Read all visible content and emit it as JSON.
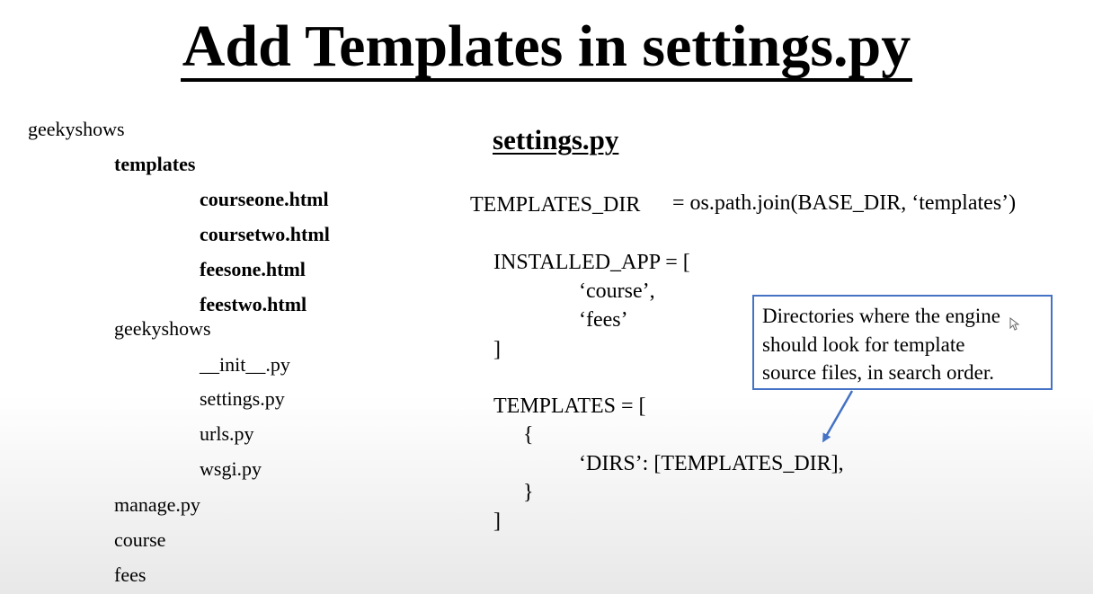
{
  "slide": {
    "title": "Add Templates in settings.py",
    "file_tree": [
      {
        "label": "geekyshows",
        "level": 0,
        "bold": false
      },
      {
        "label": "templates",
        "level": 1,
        "bold": true
      },
      {
        "label": "courseone.html",
        "level": 2,
        "bold": true
      },
      {
        "label": "coursetwo.html",
        "level": 2,
        "bold": true
      },
      {
        "label": "feesone.html",
        "level": 2,
        "bold": true
      },
      {
        "label": "feestwo.html",
        "level": 2,
        "bold": true
      },
      {
        "label": "geekyshows",
        "level": 1,
        "bold": false
      },
      {
        "label": "__init__.py",
        "level": 2,
        "bold": false
      },
      {
        "label": "settings.py",
        "level": 2,
        "bold": false
      },
      {
        "label": "urls.py",
        "level": 2,
        "bold": false
      },
      {
        "label": "wsgi.py",
        "level": 2,
        "bold": false
      },
      {
        "label": "manage.py",
        "level": 1,
        "bold": false
      },
      {
        "label": "course",
        "level": 1,
        "bold": false
      },
      {
        "label": "fees",
        "level": 1,
        "bold": false
      }
    ],
    "settings_heading": "settings.py",
    "code": {
      "templates_dir_name": "TEMPLATES_DIR",
      "templates_dir_value": "= os.path.join(BASE_DIR, ‘templates’)",
      "installed_app_open": "INSTALLED_APP = [",
      "app_course": "‘course’,",
      "app_fees": "‘fees’",
      "installed_app_close": "]",
      "templates_open": "TEMPLATES = [",
      "brace_open": "{",
      "dirs_line": "‘DIRS’: [TEMPLATES_DIR],",
      "brace_close": "}",
      "templates_close": "]"
    },
    "callout": {
      "lines": [
        "Directories where the engine",
        "should look for template",
        "source files, in search order."
      ],
      "border_color": "#4472c4"
    }
  }
}
